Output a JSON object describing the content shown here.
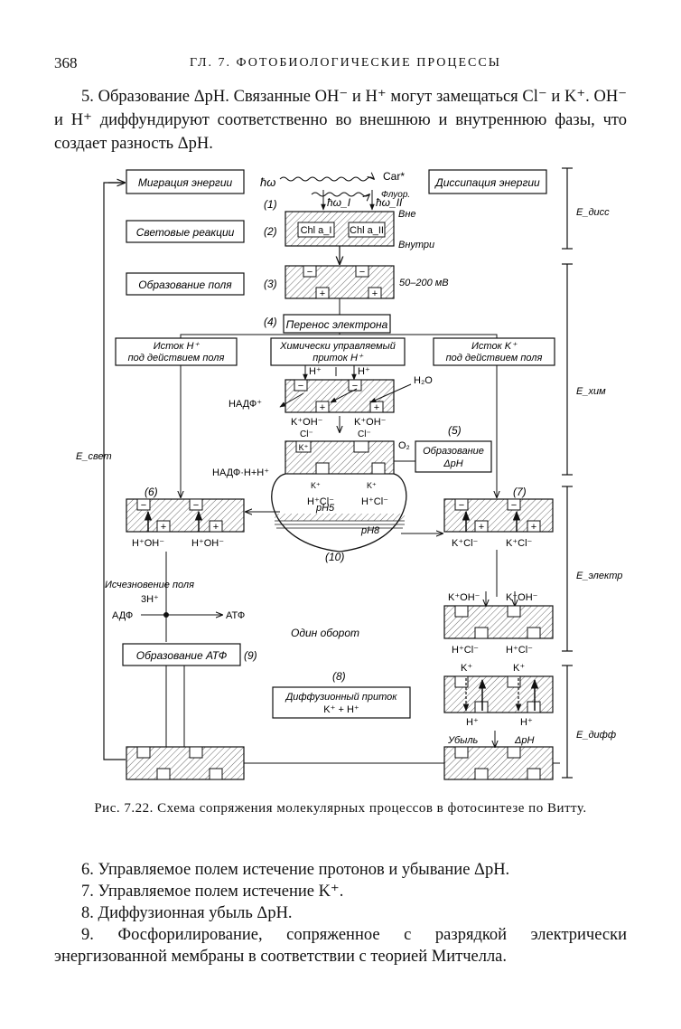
{
  "header": {
    "page_number": "368",
    "running_head": "ГЛ. 7. ФОТОБИОЛОГИЧЕСКИЕ ПРОЦЕССЫ"
  },
  "intro_paragraph": "5. Образование ΔpH. Связанные OH⁻ и H⁺ могут замещаться Cl⁻ и K⁺. OH⁻ и H⁺ диффундируют соответственно во внешнюю и внутреннюю фазы, что создает разность ΔpH.",
  "figure": {
    "boxes": {
      "energy_migration": "Миграция энергии",
      "energy_dissipation": "Диссипация энергии",
      "light_reactions": "Световые реакции",
      "field_formation": "Образование поля",
      "electron_transfer": "Перенос электрона",
      "chem_flow_line1": "Химически управляемый",
      "chem_flow_line2": "приток H⁺",
      "h_outflow_line1": "Исток H⁺",
      "h_outflow_line2": "под действием поля",
      "k_outflow_line1": "Исток K⁺",
      "k_outflow_line2": "под действием поля",
      "dph_formation_line1": "Образование",
      "dph_formation_line2": "ΔpH",
      "atp_formation": "Образование АТФ",
      "diffusion_line1": "Диффузионный приток",
      "diffusion_line2": "K⁺ + H⁺"
    },
    "labels": {
      "hw": "ħω",
      "car": "Car*",
      "fluor": "Флуор.",
      "hw1": "ħω_I",
      "hw2": "ħω_II",
      "chl1": "Chl a_I",
      "chl2": "Chl a_II",
      "outside": "Вне",
      "inside": "Внутри",
      "mv": "50–200 мВ",
      "h2o": "H₂O",
      "o2": "O₂",
      "nadp": "НАДФ⁺",
      "nadph": "НАДФ·Н+Н⁺",
      "k_oh": "K⁺OH⁻",
      "cl": "Cl⁻",
      "k": "K⁺",
      "h_cl": "H⁺Cl⁻",
      "ph5": "pH5",
      "ph8": "pH8",
      "h_oh": "H⁺OH⁻",
      "k_cl": "K⁺Cl⁻",
      "field_vanish": "Исчезновение поля",
      "three_h": "3H⁺",
      "adp": "АДФ",
      "atp": "АТФ",
      "one_turn": "Один оборот",
      "h": "H⁺",
      "decline": "Убыль",
      "dph": "ΔpH",
      "plus_h": "+ H⁺",
      "n1": "(1)",
      "n2": "(2)",
      "n3": "(3)",
      "n4": "(4)",
      "n5": "(5)",
      "n6": "(6)",
      "n7": "(7)",
      "n8": "(8)",
      "n9": "(9)",
      "n10": "(10)",
      "e_diss": "E_дисс",
      "e_chem": "E_хим",
      "e_light": "E_свет",
      "e_electr": "E_электр",
      "e_diff": "E_дифф",
      "minus": "−",
      "plus": "+"
    }
  },
  "caption": "Рис. 7.22. Схема сопряжения молекулярных процессов в фотосинтезе по Витту.",
  "items": [
    "6. Управляемое полем истечение протонов и убывание ΔpH.",
    "7. Управляемое полем истечение K⁺.",
    "8. Диффузионная убыль ΔpH.",
    "9. Фосфорилирование, сопряженное с разрядкой электрически энергизованной мембраны в соответствии с теорией Митчелла."
  ]
}
